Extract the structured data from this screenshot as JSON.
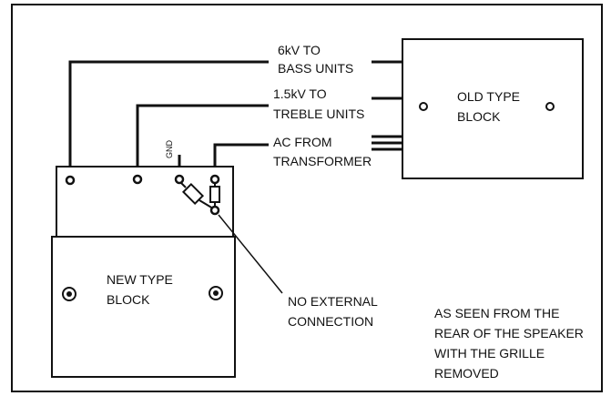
{
  "labels": {
    "hv_6kv": [
      "6kV TO",
      "BASS UNITS"
    ],
    "hv_1_5kv": [
      "1.5kV TO",
      "TREBLE UNITS"
    ],
    "ac": [
      "AC FROM",
      "TRANSFORMER"
    ],
    "gnd": "GND",
    "old_block": [
      "OLD TYPE",
      "BLOCK"
    ],
    "new_block": [
      "NEW TYPE",
      "BLOCK"
    ],
    "no_external": [
      "NO EXTERNAL",
      "CONNECTION"
    ],
    "note": [
      "AS SEEN FROM THE",
      "REAR OF THE SPEAKER",
      "WITH THE GRILLE",
      "REMOVED"
    ]
  },
  "colors": {
    "line": "#111111",
    "background": "#ffffff"
  }
}
